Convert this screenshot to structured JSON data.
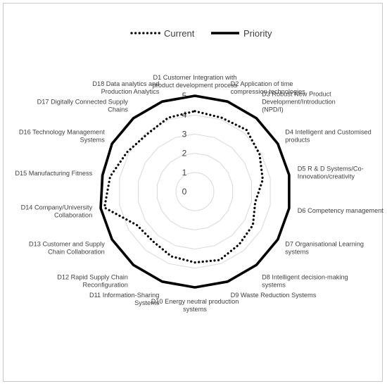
{
  "chart_data": {
    "type": "radar",
    "categories": [
      [
        "D1 Customer Integration with",
        "product development process"
      ],
      [
        "D2 Application of time",
        "compression technologies"
      ],
      [
        "D3 Robust New Product",
        "Development/Introduction",
        "(NPD/I)"
      ],
      [
        "D4 Intelligent and Customised",
        "products"
      ],
      [
        "D5 R & D Systems/Co-",
        "Innovation/creativity"
      ],
      [
        "D6 Competency management"
      ],
      [
        "D7 Organisational Learning",
        "systems"
      ],
      [
        "D8 Intelligent decision-making",
        "systems"
      ],
      [
        "D9 Waste Reduction Systems"
      ],
      [
        "D10 Energy neutral production",
        "systems"
      ],
      [
        "D11 Information-Sharing",
        "Systems"
      ],
      [
        "D12 Rapid Supply Chain",
        "Reconfiguration"
      ],
      [
        "D13 Customer and Supply",
        "Chain Collaboration"
      ],
      [
        "D14 Company/University",
        "Collaboration"
      ],
      [
        "D15 Manufacturing Fitness"
      ],
      [
        "D16 Technology Management",
        "Systems"
      ],
      [
        "D17 Digitally Connected Supply",
        "Chains"
      ],
      [
        "D18 Data analytics and",
        "Production Analytics"
      ]
    ],
    "series": [
      {
        "name": "Current",
        "style": "dotted",
        "values": [
          4.2,
          4.1,
          4.2,
          3.9,
          3.6,
          3.2,
          3.5,
          3.6,
          3.8,
          3.7,
          3.6,
          3.4,
          3.5,
          4.8,
          4.5,
          4.1,
          3.9,
          4.1
        ]
      },
      {
        "name": "Priority",
        "style": "solid",
        "values": [
          5.0,
          5.0,
          5.0,
          5.0,
          5.0,
          5.0,
          5.0,
          5.0,
          5.0,
          5.0,
          5.0,
          5.0,
          5.0,
          5.0,
          4.9,
          5.0,
          5.0,
          5.0
        ]
      }
    ],
    "radial_ticks": [
      "0",
      "1",
      "2",
      "3",
      "4",
      "5"
    ],
    "rmax": 5,
    "grid": true,
    "legend_position": "top",
    "colors": {
      "series": "#000000",
      "grid": "#d9d9d9",
      "text": "#404040"
    }
  }
}
